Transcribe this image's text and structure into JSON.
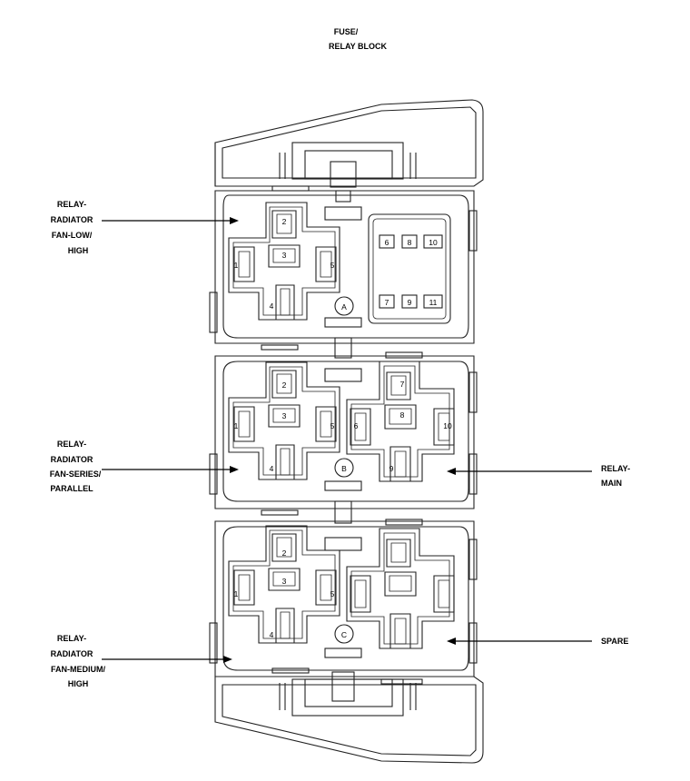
{
  "title": {
    "line1": "FUSE/",
    "line2": "RELAY BLOCK"
  },
  "callouts": {
    "relay_a": [
      "RELAY-",
      "RADIATOR",
      "FAN-LOW/",
      "HIGH"
    ],
    "relay_b": [
      "RELAY-",
      "RADIATOR",
      "FAN-SERIES/",
      "PARALLEL"
    ],
    "relay_c": [
      "RELAY-",
      "RADIATOR",
      "FAN-MEDIUM/",
      "HIGH"
    ],
    "relay_main": [
      "RELAY-",
      "MAIN"
    ],
    "spare": [
      "SPARE"
    ]
  },
  "sections": {
    "a": "A",
    "b": "B",
    "c": "C"
  },
  "fuse_cavities": {
    "top": [
      "6",
      "8",
      "10"
    ],
    "bottom": [
      "7",
      "9",
      "11"
    ]
  },
  "left_relay_pins": {
    "p2": "2",
    "p3": "3",
    "p1": "1",
    "p5": "5",
    "p4": "4"
  },
  "right_relay_pins": {
    "p7": "7",
    "p8": "8",
    "p6": "6",
    "p10": "10",
    "p9": "9"
  }
}
